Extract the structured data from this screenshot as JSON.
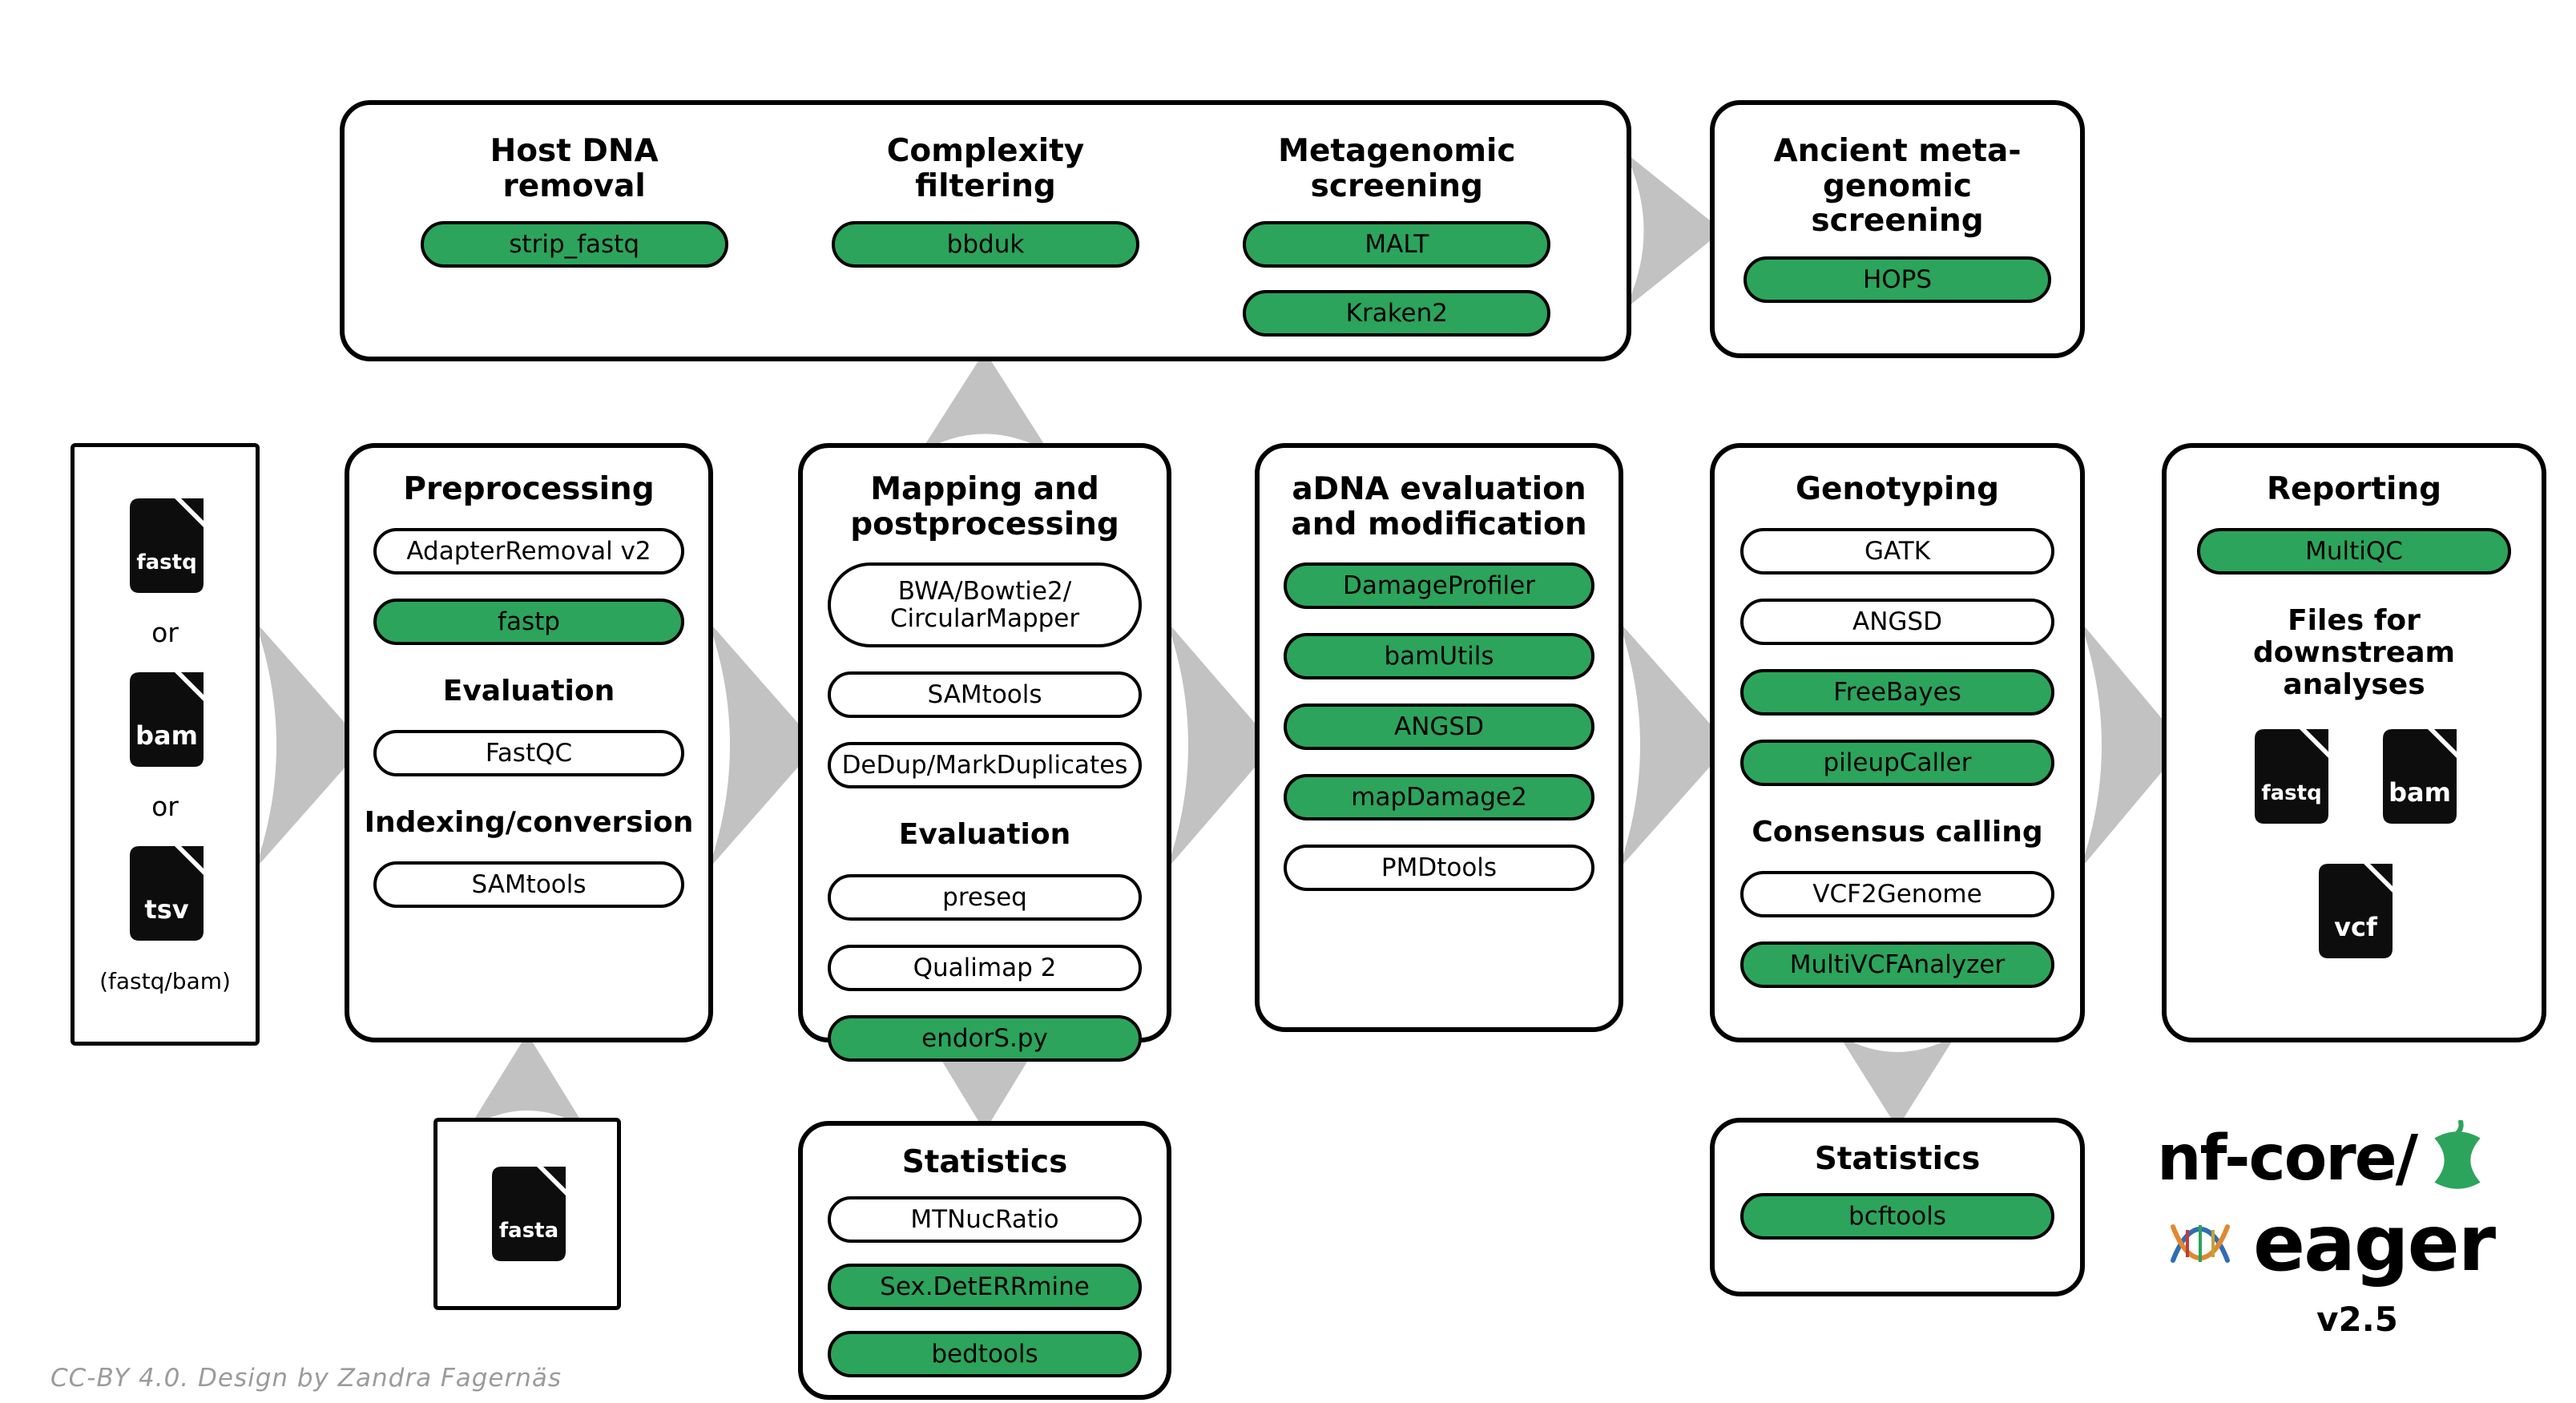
{
  "colors": {
    "green": "#2CA45C",
    "arrow": "#c2c2c2",
    "ink": "#000000"
  },
  "credit": "CC-BY 4.0. Design by Zandra Fagernäs",
  "top_row": {
    "pipeline_box": {
      "sections": [
        {
          "title": "Host DNA\nremoval",
          "pills": [
            {
              "label": "strip_fastq",
              "variant": "green"
            }
          ]
        },
        {
          "title": "Complexity\nfiltering",
          "pills": [
            {
              "label": "bbduk",
              "variant": "green"
            }
          ]
        },
        {
          "title": "Metagenomic\nscreening",
          "pills": [
            {
              "label": "MALT",
              "variant": "green"
            },
            {
              "label": "Kraken2",
              "variant": "green"
            }
          ]
        }
      ]
    },
    "ancient_box": {
      "title": "Ancient meta-\ngenomic screening",
      "pills": [
        {
          "label": "HOPS",
          "variant": "green"
        }
      ]
    }
  },
  "input_box": {
    "files": [
      "fastq",
      "bam",
      "tsv"
    ],
    "separator": "or",
    "caption": "(fastq/bam)"
  },
  "preprocessing_box": {
    "title": "Preprocessing",
    "items": [
      {
        "type": "pill",
        "label": "AdapterRemoval v2",
        "variant": "white"
      },
      {
        "type": "pill",
        "label": "fastp",
        "variant": "green"
      },
      {
        "type": "heading",
        "label": "Evaluation"
      },
      {
        "type": "pill",
        "label": "FastQC",
        "variant": "white"
      },
      {
        "type": "heading",
        "label": "Indexing/conversion"
      },
      {
        "type": "pill",
        "label": "SAMtools",
        "variant": "white"
      }
    ]
  },
  "mapping_box": {
    "title": "Mapping and\npostprocessing",
    "items": [
      {
        "type": "pill",
        "label": "BWA/Bowtie2/\nCircularMapper",
        "variant": "white"
      },
      {
        "type": "pill",
        "label": "SAMtools",
        "variant": "white"
      },
      {
        "type": "pill",
        "label": "DeDup/MarkDuplicates",
        "variant": "white"
      },
      {
        "type": "heading",
        "label": "Evaluation"
      },
      {
        "type": "pill",
        "label": "preseq",
        "variant": "white"
      },
      {
        "type": "pill",
        "label": "Qualimap 2",
        "variant": "white"
      },
      {
        "type": "pill",
        "label": "endorS.py",
        "variant": "green"
      }
    ]
  },
  "adna_box": {
    "title": "aDNA evaluation\nand modification",
    "items": [
      {
        "type": "pill",
        "label": "DamageProfiler",
        "variant": "green"
      },
      {
        "type": "pill",
        "label": "bamUtils",
        "variant": "green"
      },
      {
        "type": "pill",
        "label": "ANGSD",
        "variant": "green"
      },
      {
        "type": "pill",
        "label": "mapDamage2",
        "variant": "green"
      },
      {
        "type": "pill",
        "label": "PMDtools",
        "variant": "white"
      }
    ]
  },
  "genotyping_box": {
    "title": "Genotyping",
    "items": [
      {
        "type": "pill",
        "label": "GATK",
        "variant": "white"
      },
      {
        "type": "pill",
        "label": "ANGSD",
        "variant": "white"
      },
      {
        "type": "pill",
        "label": "FreeBayes",
        "variant": "green"
      },
      {
        "type": "pill",
        "label": "pileupCaller",
        "variant": "green"
      },
      {
        "type": "heading",
        "label": "Consensus calling"
      },
      {
        "type": "pill",
        "label": "VCF2Genome",
        "variant": "white"
      },
      {
        "type": "pill",
        "label": "MultiVCFAnalyzer",
        "variant": "green"
      }
    ]
  },
  "reporting_box": {
    "title": "Reporting",
    "items": [
      {
        "type": "pill",
        "label": "MultiQC",
        "variant": "green"
      },
      {
        "type": "heading",
        "label": "Files for downstream\nanalyses"
      }
    ],
    "files": [
      "fastq",
      "bam",
      "vcf"
    ]
  },
  "fasta_box": {
    "file": "fasta"
  },
  "stats_mapping_box": {
    "title": "Statistics",
    "items": [
      {
        "type": "pill",
        "label": "MTNucRatio",
        "variant": "white"
      },
      {
        "type": "pill",
        "label": "Sex.DetERRmine",
        "variant": "green"
      },
      {
        "type": "pill",
        "label": "bedtools",
        "variant": "green"
      }
    ]
  },
  "stats_genotyping_box": {
    "title": "Statistics",
    "items": [
      {
        "type": "pill",
        "label": "bcftools",
        "variant": "green"
      }
    ]
  },
  "logo": {
    "prefix": "nf-core/",
    "name": "eager",
    "version": "v2.5"
  }
}
